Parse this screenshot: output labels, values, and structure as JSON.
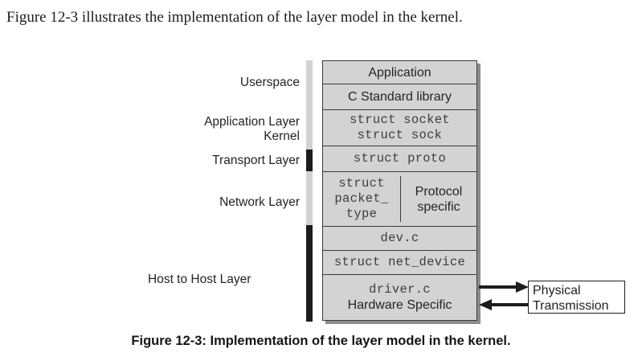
{
  "page": {
    "intro_text": "Figure 12-3 illustrates the implementation of the layer model in the kernel.",
    "caption": "Figure 12-3: Implementation of the layer model in the kernel."
  },
  "colors": {
    "box_fill": "#d3d3d3",
    "box_border": "#3a3a3a",
    "scope_bar_light": "#d2d2d2",
    "scope_bar_dark": "#1c1c1c",
    "page_background": "#ffffff",
    "external_box_fill": "#ffffff",
    "text": "#242424",
    "mono_text": "#3d3d3d"
  },
  "side_labels": [
    {
      "id": "userspace",
      "text": "Userspace"
    },
    {
      "id": "application-layer-kernel",
      "text": "Application Layer\nKernel"
    },
    {
      "id": "transport-layer",
      "text": "Transport Layer"
    },
    {
      "id": "network-layer",
      "text": "Network Layer"
    },
    {
      "id": "host-to-host-layer",
      "text": "Host to Host Layer"
    }
  ],
  "scope_bar": {
    "segments": [
      {
        "id": "userspace-kernel-scope",
        "style": "light"
      },
      {
        "id": "transport-scope",
        "style": "dark"
      },
      {
        "id": "network-scope",
        "style": "light"
      },
      {
        "id": "host-to-host-scope",
        "style": "dark"
      }
    ]
  },
  "stack": {
    "rows": [
      {
        "id": "application",
        "text": "Application",
        "font": "sans"
      },
      {
        "id": "c-standard-library",
        "text": "C Standard library",
        "font": "sans"
      },
      {
        "id": "struct-socket-sock",
        "text": "struct socket\nstruct sock",
        "font": "mono"
      },
      {
        "id": "struct-proto",
        "text": "struct proto",
        "font": "mono"
      },
      {
        "id": "packet-type-protocol-specific",
        "split": true,
        "left": {
          "id": "struct-packet-type",
          "text": "struct\npacket_\ntype",
          "font": "mono"
        },
        "right": {
          "id": "protocol-specific",
          "text": "Protocol\nspecific",
          "font": "sans"
        }
      },
      {
        "id": "dev-c",
        "text": "dev.c",
        "font": "mono"
      },
      {
        "id": "struct-net-device",
        "text": "struct net_device",
        "font": "mono"
      },
      {
        "id": "driver-hardware",
        "lines": [
          {
            "id": "driver-c",
            "text": "driver.c",
            "font": "mono"
          },
          {
            "id": "hardware-specific",
            "text": "Hardware Specific",
            "font": "sans"
          }
        ]
      }
    ]
  },
  "external": {
    "physical_transmission": {
      "id": "physical-transmission",
      "text": "Physical\nTransmission"
    },
    "arrows": [
      {
        "id": "arrow-outbound",
        "direction": "right"
      },
      {
        "id": "arrow-inbound",
        "direction": "left"
      }
    ]
  }
}
